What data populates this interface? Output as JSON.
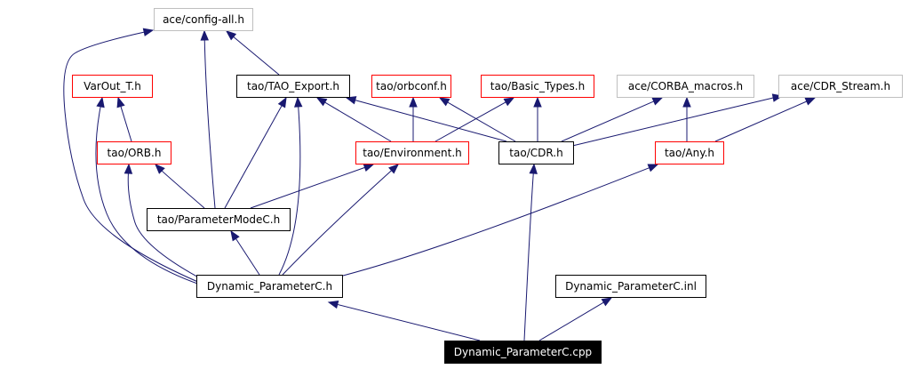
{
  "diagram": {
    "title": "Include dependency graph for Dynamic_ParameterC.cpp",
    "colors": {
      "edge": "#191970",
      "border_missing": "#bfbfbf",
      "border_truncated": "#ff0000",
      "border_normal": "#000000",
      "root_fill": "#000000",
      "root_text": "#ffffff"
    },
    "nodes": [
      {
        "id": "config_all",
        "label": "ace/config-all.h",
        "style": "gray"
      },
      {
        "id": "varout",
        "label": "VarOut_T.h",
        "style": "red"
      },
      {
        "id": "tao_export",
        "label": "tao/TAO_Export.h",
        "style": "black"
      },
      {
        "id": "orbconf",
        "label": "tao/orbconf.h",
        "style": "red"
      },
      {
        "id": "basic_types",
        "label": "tao/Basic_Types.h",
        "style": "red"
      },
      {
        "id": "corba_macros",
        "label": "ace/CORBA_macros.h",
        "style": "gray"
      },
      {
        "id": "cdr_stream",
        "label": "ace/CDR_Stream.h",
        "style": "gray"
      },
      {
        "id": "orb",
        "label": "tao/ORB.h",
        "style": "red"
      },
      {
        "id": "environment",
        "label": "tao/Environment.h",
        "style": "red"
      },
      {
        "id": "cdr",
        "label": "tao/CDR.h",
        "style": "black"
      },
      {
        "id": "any",
        "label": "tao/Any.h",
        "style": "red"
      },
      {
        "id": "parammode",
        "label": "tao/ParameterModeC.h",
        "style": "black"
      },
      {
        "id": "dyn_h",
        "label": "Dynamic_ParameterC.h",
        "style": "black"
      },
      {
        "id": "dyn_inl",
        "label": "Dynamic_ParameterC.inl",
        "style": "black"
      },
      {
        "id": "dyn_cpp",
        "label": "Dynamic_ParameterC.cpp",
        "style": "root"
      }
    ],
    "edges": [
      {
        "from": "dyn_cpp",
        "to": "dyn_h"
      },
      {
        "from": "dyn_cpp",
        "to": "cdr"
      },
      {
        "from": "dyn_cpp",
        "to": "dyn_inl"
      },
      {
        "from": "dyn_h",
        "to": "config_all"
      },
      {
        "from": "dyn_h",
        "to": "varout"
      },
      {
        "from": "dyn_h",
        "to": "orb"
      },
      {
        "from": "dyn_h",
        "to": "parammode"
      },
      {
        "from": "dyn_h",
        "to": "tao_export"
      },
      {
        "from": "dyn_h",
        "to": "environment"
      },
      {
        "from": "dyn_h",
        "to": "any"
      },
      {
        "from": "parammode",
        "to": "config_all"
      },
      {
        "from": "parammode",
        "to": "orb"
      },
      {
        "from": "parammode",
        "to": "tao_export"
      },
      {
        "from": "parammode",
        "to": "environment"
      },
      {
        "from": "orb",
        "to": "varout"
      },
      {
        "from": "tao_export",
        "to": "config_all"
      },
      {
        "from": "environment",
        "to": "tao_export"
      },
      {
        "from": "environment",
        "to": "orbconf"
      },
      {
        "from": "environment",
        "to": "basic_types"
      },
      {
        "from": "cdr",
        "to": "tao_export"
      },
      {
        "from": "cdr",
        "to": "orbconf"
      },
      {
        "from": "cdr",
        "to": "basic_types"
      },
      {
        "from": "cdr",
        "to": "corba_macros"
      },
      {
        "from": "cdr",
        "to": "cdr_stream"
      },
      {
        "from": "any",
        "to": "corba_macros"
      },
      {
        "from": "any",
        "to": "cdr_stream"
      }
    ]
  }
}
